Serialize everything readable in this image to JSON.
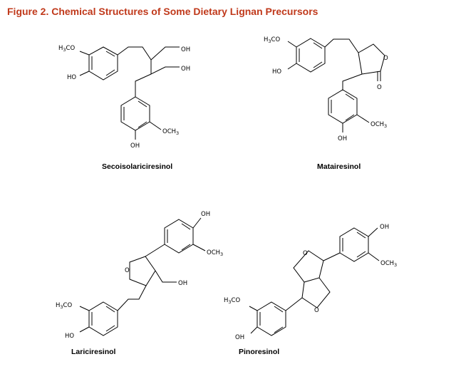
{
  "figure": {
    "title": "Figure 2. Chemical Structures of Some Dietary Lignan Precursors",
    "title_color": "#c0391b"
  },
  "labels": {
    "h3co": "H",
    "h3co_sub": "3",
    "h3co_tail": "CO",
    "och3": "OCH",
    "och3_sub": "3",
    "oh": "OH",
    "ho": "HO",
    "o": "O"
  },
  "compounds": [
    {
      "name": "Secoisolariciresinol"
    },
    {
      "name": "Matairesinol"
    },
    {
      "name": "Lariciresinol"
    },
    {
      "name": "Pinoresinol"
    }
  ]
}
